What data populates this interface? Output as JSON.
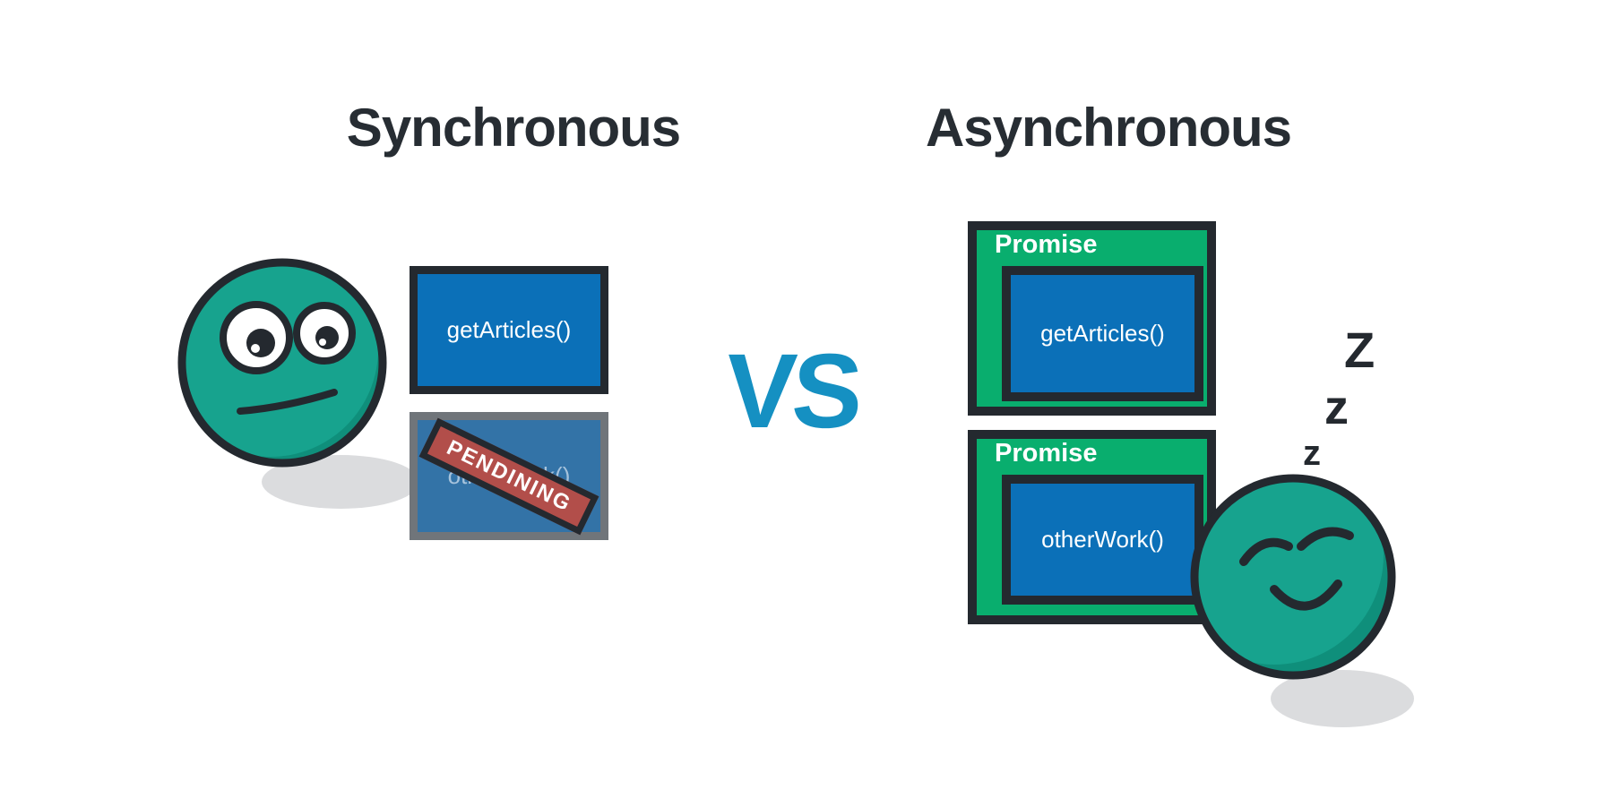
{
  "headings": {
    "left": "Synchronous",
    "right": "Asynchronous",
    "versus": "VS"
  },
  "sync_column": {
    "get_articles_label": "getArticles()",
    "other_work_label": "otherWork()",
    "pending_banner_label": "PENDINING"
  },
  "async_column": {
    "promises": [
      {
        "title": "Promise",
        "body": "getArticles()"
      },
      {
        "title": "Promise",
        "body": "otherWork()"
      }
    ],
    "sleep_letters": {
      "large": "Z",
      "medium": "z",
      "small": "z"
    }
  },
  "colors": {
    "heading_text": "#272D33",
    "outline": "#24292F",
    "face_teal": "#17A38E",
    "face_teal_shade": "#0F8F7B",
    "call_box_blue": "#0B70B8",
    "pending_box_blue": "#3373A7",
    "pending_box_border": "#70757A",
    "pending_text": "#A6C3DC",
    "banner_red": "#B24E4A",
    "promise_green": "#09AE6E",
    "versus_blue": "#1590C2",
    "shadow_gray": "#DBDCDE",
    "box_text": "#FFFFFF"
  }
}
